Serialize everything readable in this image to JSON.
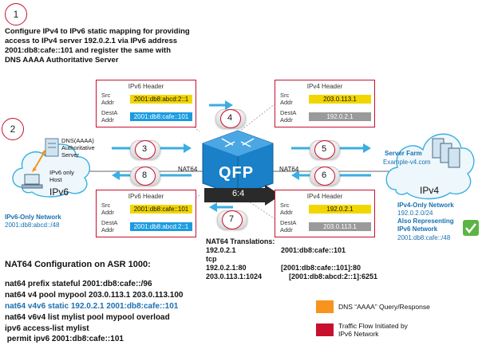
{
  "step1": {
    "num": "1",
    "text_lines": [
      "Configure IPv4 to IPv6 static mapping for providing",
      "access to IPv4 server 192.0.2.1 via IPv6 address",
      "2001:db8:cafe::101 and register the same with",
      "DNS AAAA Authoritative Server"
    ]
  },
  "steps": {
    "s2": "2",
    "s3": "3",
    "s4": "4",
    "s5": "5",
    "s6": "6",
    "s7": "7",
    "s8": "8"
  },
  "ipv6_side": {
    "dns_label_lines": [
      "DNS(AAAA)",
      "Authoritative",
      "Server"
    ],
    "host_label_lines": [
      "IPv6 only",
      "Host"
    ],
    "cloud_label": "IPv6",
    "network_title": "IPv6-Only Network",
    "network_prefix": "2001:db8:abcd::/48"
  },
  "ipv4_side": {
    "farm_title": "Server Farm",
    "farm_domain": "Example-v4.com",
    "cloud_label": "IPv4",
    "network_title": "IPv4-Only Network",
    "network_prefix": "192.0.2.0/24",
    "also_lines": [
      "Also Representing",
      "IPv6 Network"
    ],
    "also_prefix": "2001:db8:cafe::/48"
  },
  "router": {
    "label": "QFP",
    "ratio": "6:4",
    "nat_left": "NAT64",
    "nat_right": "NAT64"
  },
  "headers": {
    "top_left": {
      "title": "IPv6 Header",
      "src_label": [
        "Src",
        "Addr"
      ],
      "dst_label": [
        "DestA",
        "Addr"
      ],
      "src": "2001:db8:abcd:2::1",
      "dst": "2001:db8:cafe::101"
    },
    "top_right": {
      "title": "IPv4 Header",
      "src_label": [
        "Src",
        "Addr"
      ],
      "dst_label": [
        "DestA",
        "Addr"
      ],
      "src": "203.0.113.1",
      "dst": "192.0.2.1"
    },
    "bottom_left": {
      "title": "IPv6 Header",
      "src_label": [
        "Src",
        "Addr"
      ],
      "dst_label": [
        "DestA",
        "Addr"
      ],
      "src": "2001:db8:cafe::101",
      "dst": "2001:db8:abcd:2::1"
    },
    "bottom_right": {
      "title": "IPv4 Header",
      "src_label": [
        "Src",
        "Addr"
      ],
      "dst_label": [
        "DestA",
        "Addr"
      ],
      "src": "192.0.2.1",
      "dst": "203.0.113.1"
    }
  },
  "translations": {
    "title": "NAT64 Translations:",
    "rows": [
      [
        "192.0.2.1",
        "2001:db8:cafe::101"
      ],
      [
        "tcp",
        ""
      ],
      [
        "192.0.2.1:80",
        "[2001:db8:cafe::101]:80"
      ],
      [
        "203.0.113.1:1024",
        "[2001:db8:abcd:2::1]:6251"
      ]
    ]
  },
  "config": {
    "title": "NAT64 Configuration on ASR 1000:",
    "lines": [
      "nat64 prefix stateful 2001:db8:cafe::/96",
      "nat64 v4 pool mypool 203.0.113.1 203.0.113.100",
      "nat64 v4v6 static 192.0.2.1 2001:db8:cafe::101",
      "nat64 v6v4 list mylist pool mypool overload",
      "ipv6 access-list mylist",
      " permit ipv6 2001:db8:cafe::101"
    ]
  },
  "legend": {
    "items": [
      {
        "label_lines": [
          "DNS “AAAA” Query/Response"
        ],
        "color": "#f7941d"
      },
      {
        "label_lines": [
          "Traffic Flow Initiated by",
          "IPv6 Network"
        ],
        "color": "#c8102e"
      }
    ]
  },
  "colors": {
    "accent_red": "#c8102e",
    "field_yellow": "#f2d600",
    "field_blue": "#1a9be0",
    "field_gray": "#9a9a9a",
    "cisco_blue": "#1a6fb0",
    "check_green": "#5bb543"
  }
}
